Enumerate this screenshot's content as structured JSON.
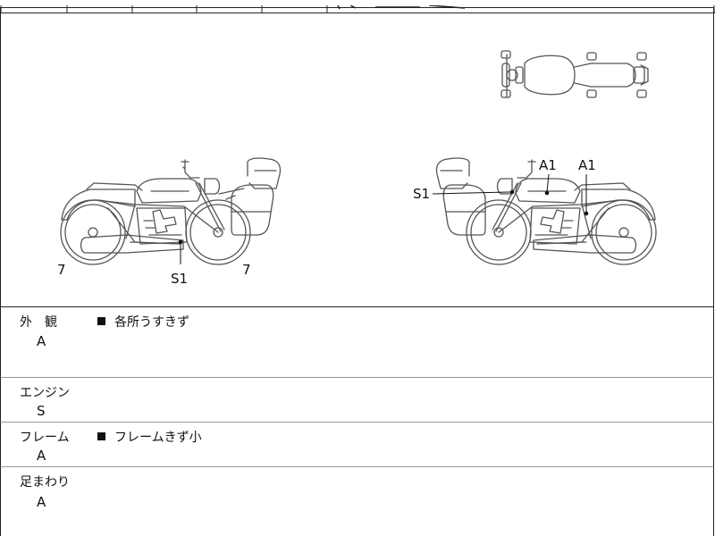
{
  "diagram": {
    "callouts_left": {
      "rear_wheel": "7",
      "front_wheel": "7",
      "engine": "S1"
    },
    "callouts_right": {
      "engine": "S1",
      "tank": "A1",
      "side_cover": "A1"
    }
  },
  "rows": [
    {
      "category": "外　観",
      "grade": "A",
      "note": "各所うすきず"
    },
    {
      "category": "エンジン",
      "grade": "S",
      "note": ""
    },
    {
      "category": "フレーム",
      "grade": "A",
      "note": "フレームきず小"
    },
    {
      "category": "足まわり",
      "grade": "A",
      "note": ""
    }
  ]
}
